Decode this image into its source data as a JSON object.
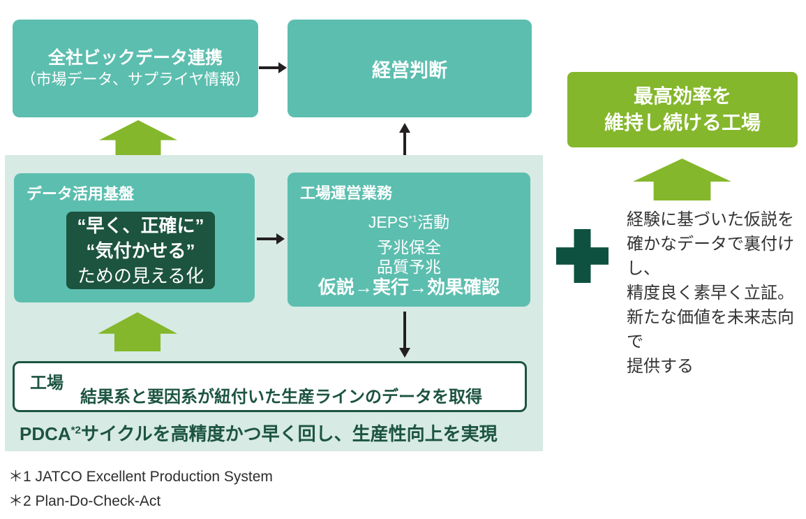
{
  "colors": {
    "teal": "#5CBEAF",
    "mint": "#D7EAE4",
    "green": "#84B72B",
    "dark_green": "#1C5440",
    "plus_green": "#0F5140",
    "arrow_black": "#231F20",
    "note_text": "#333333"
  },
  "top": {
    "bigdata": {
      "title": "全社ビックデータ連携",
      "subtitle": "（市場データ、サプライヤ情報）"
    },
    "management": {
      "label": "経営判断"
    }
  },
  "goal": {
    "line1": "最高効率を",
    "line2": "維持し続ける工場"
  },
  "platform_section": {
    "data_platform": {
      "header": "データ活用基盤",
      "emphasis1": "“早く、正確に”",
      "emphasis2": "“気付かせる”",
      "emphasis3": "ための見える化"
    },
    "factory_ops": {
      "header": "工場運営業務",
      "jeps_pre": "JEPS",
      "jeps_sup": "*1",
      "jeps_post": "活動",
      "item_maintenance": "予兆保全",
      "item_quality": "品質予兆",
      "cycle": "仮説→実行→効果確認"
    },
    "factory_row": {
      "label": "工場",
      "text": "結果系と要因系が紐付いた生産ラインのデータを取得"
    },
    "pdca": {
      "pre": "PDCA",
      "sup": "*2",
      "post": "サイクルを高精度かつ早く回し、生産性向上を実現"
    }
  },
  "side": {
    "note_lines": [
      "経験に基づいた仮説を",
      "確かなデータで裏付けし、",
      "精度良く素早く立証。",
      "新たな価値を未来志向で",
      "提供する"
    ]
  },
  "footnotes": [
    "＊1 JATCO Excellent Production System",
    "＊2 Plan-Do-Check-Act"
  ]
}
